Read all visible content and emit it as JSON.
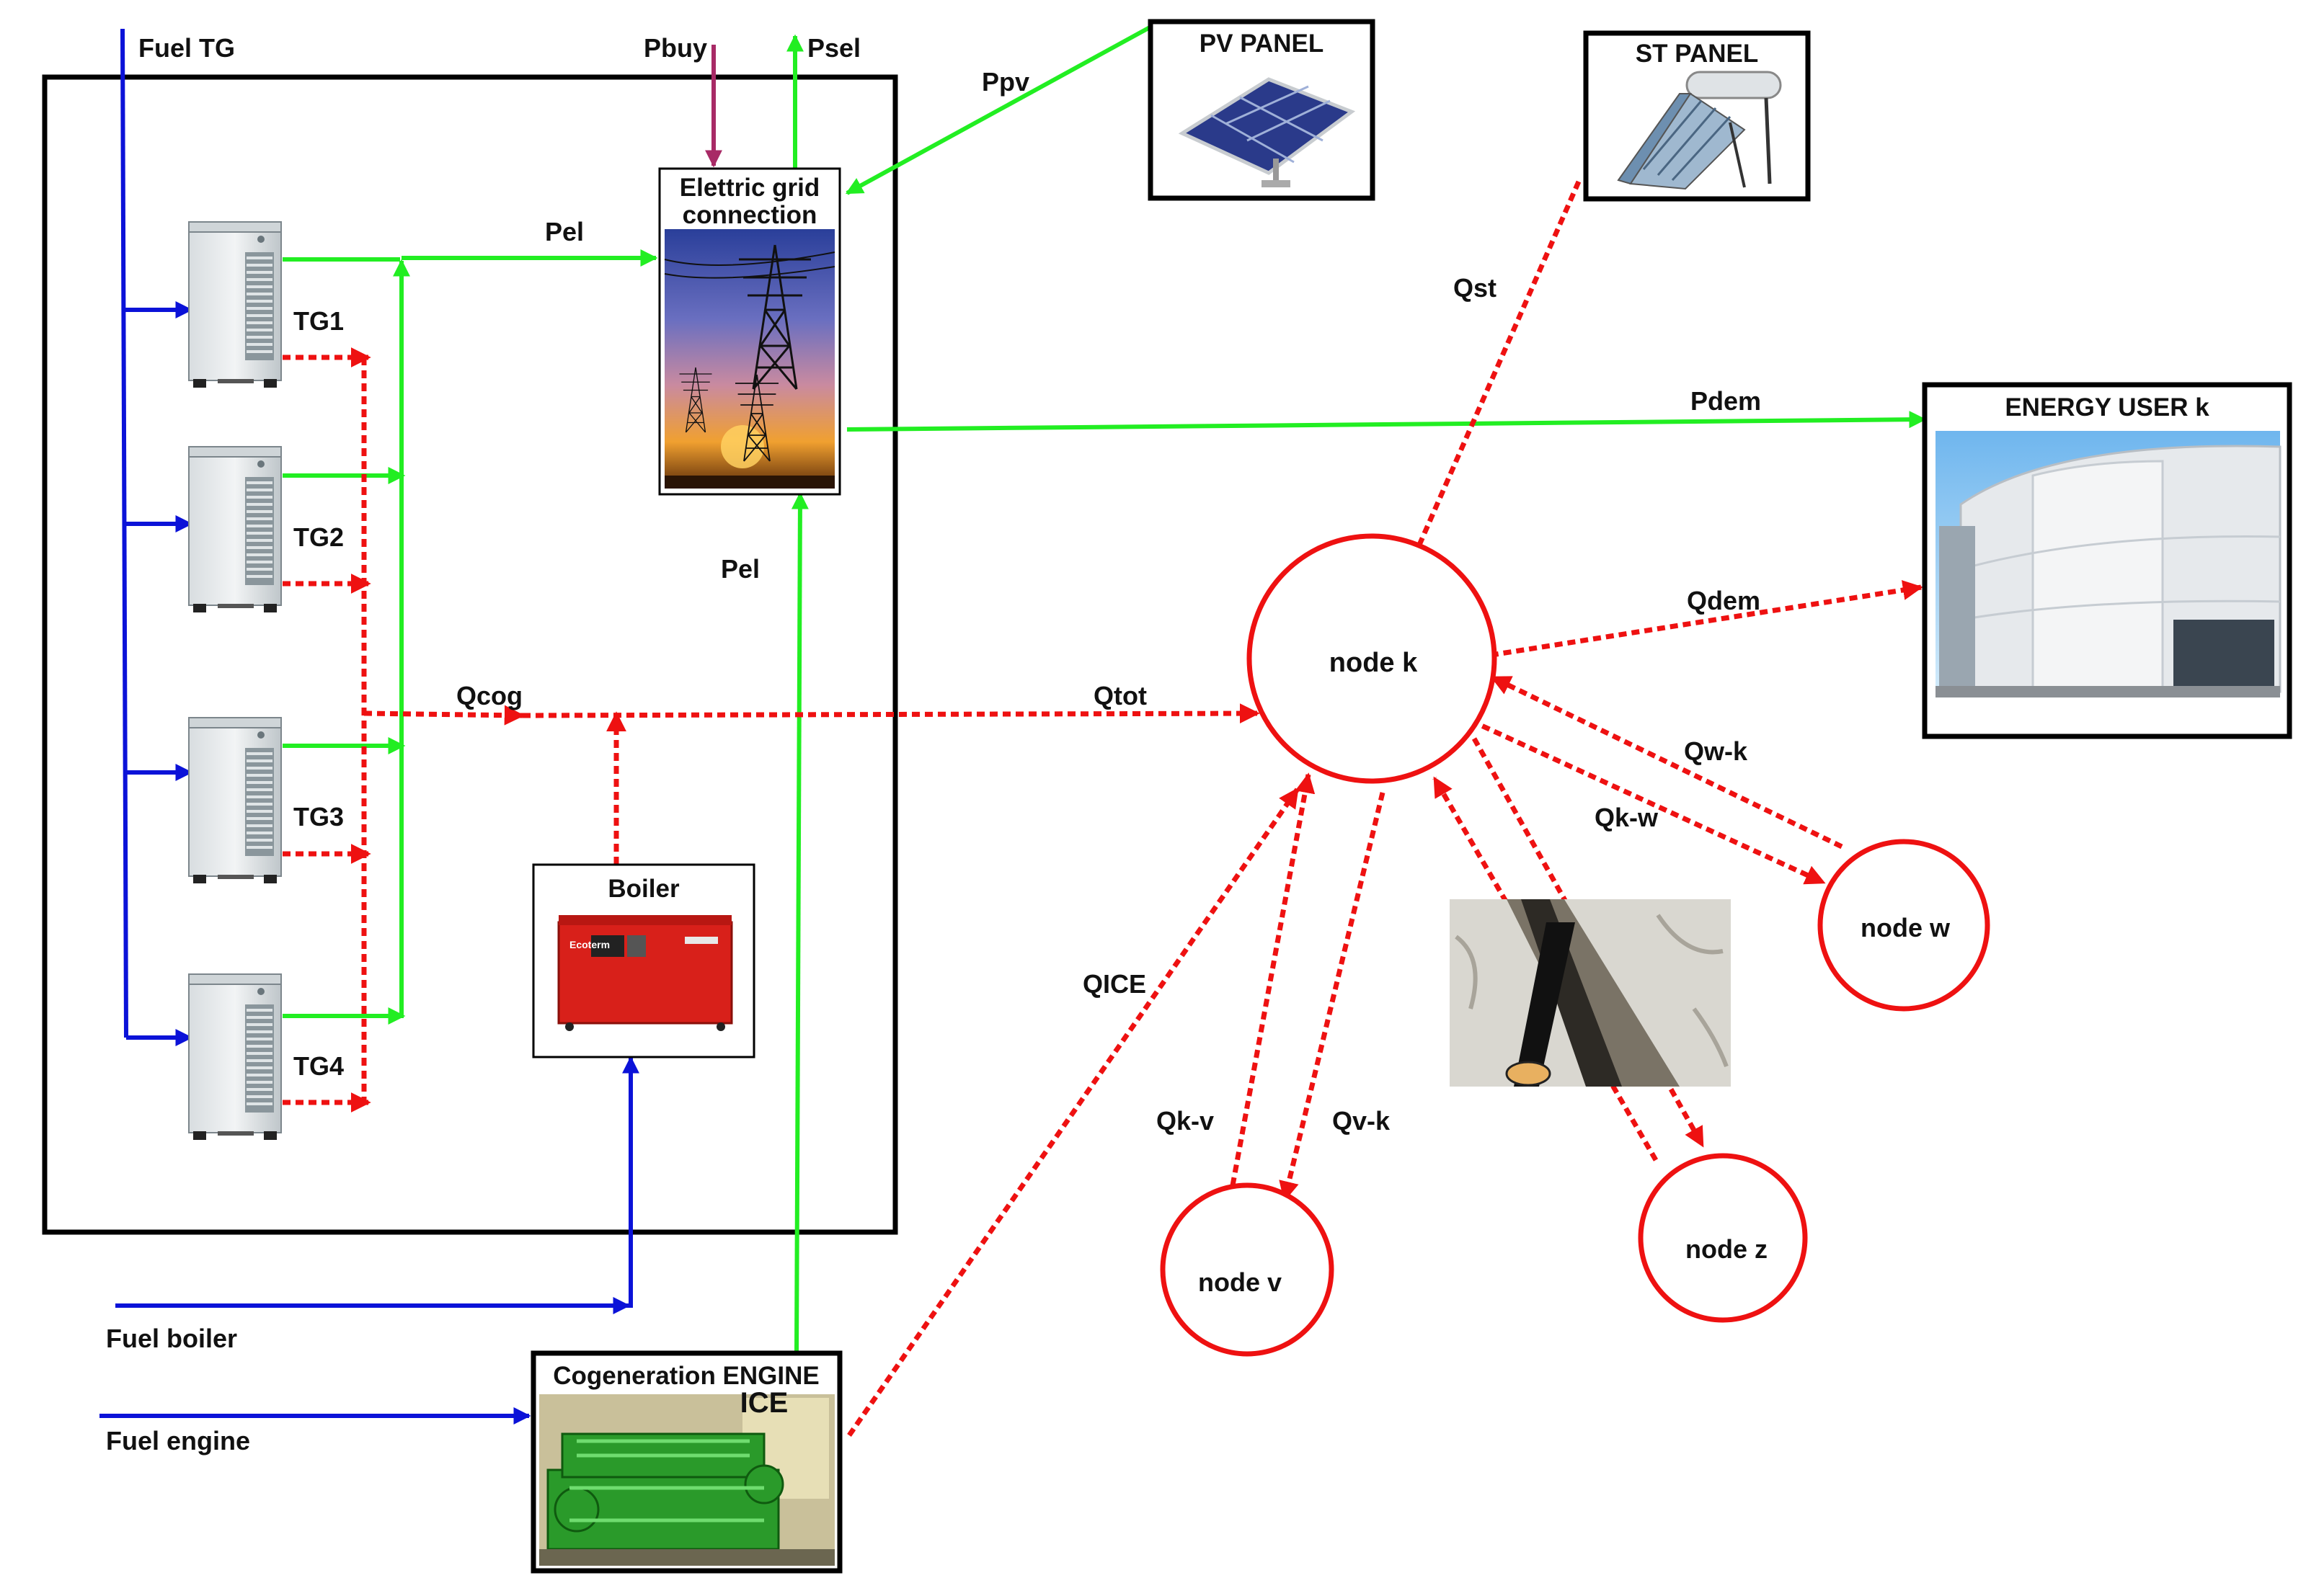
{
  "labels": {
    "fuel_tg": "Fuel TG",
    "fuel_boiler": "Fuel boiler",
    "fuel_engine": "Fuel engine",
    "pbuy": "Pbuy",
    "psel": "Psel",
    "ppv": "Ppv",
    "pel_top": "Pel",
    "pel_mid": "Pel",
    "pdem": "Pdem",
    "qst": "Qst",
    "qdem": "Qdem",
    "qcog": "Qcog",
    "qtot": "Qtot",
    "qice": "QICE",
    "qw_k": "Qw-k",
    "qk_w": "Qk-w",
    "qk_v": "Qk-v",
    "qv_k": "Qv-k"
  },
  "generators": [
    {
      "label": "TG1"
    },
    {
      "label": "TG2"
    },
    {
      "label": "TG3"
    },
    {
      "label": "TG4"
    }
  ],
  "boxes": {
    "grid_line1": "Elettric grid",
    "grid_line2": "connection",
    "pv": "PV PANEL",
    "st": "ST PANEL",
    "user": "ENERGY USER k",
    "boiler": "Boiler",
    "boiler_brand": "Ecoterm",
    "engine_line1": "Cogeneration ENGINE",
    "engine_line2": "ICE"
  },
  "nodes": {
    "k": "node k",
    "w": "node w",
    "v": "node v",
    "z": "node z"
  },
  "colors": {
    "fuel": "#0b12d8",
    "electric": "#22ee22",
    "heat": "#ee1111",
    "buy": "#a82a66",
    "frame": "#000000"
  }
}
